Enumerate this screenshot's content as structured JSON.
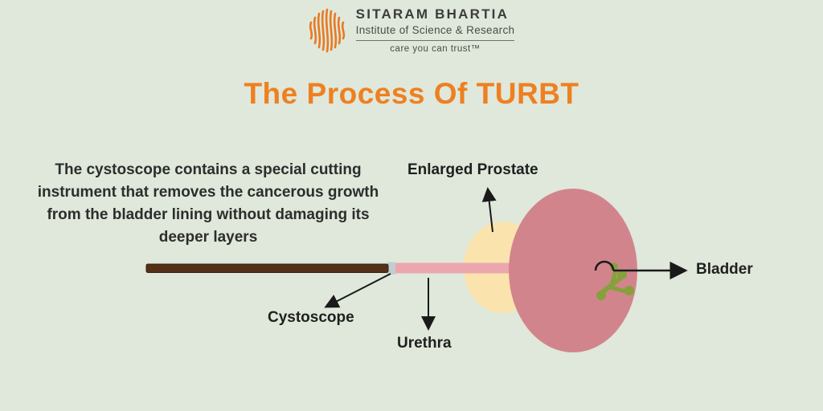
{
  "header": {
    "brand_name": "SITARAM BHARTIA",
    "brand_subtitle": "Institute of Science & Research",
    "tagline": "care you can trust™"
  },
  "title": "The Process Of TURBT",
  "description": "The cystoscope contains a special cutting instrument that removes the cancerous growth from the bladder lining without damaging its deeper layers",
  "diagram": {
    "labels": {
      "enlarged_prostate": "Enlarged Prostate",
      "cystoscope": "Cystoscope",
      "urethra": "Urethra",
      "bladder": "Bladder"
    },
    "colors": {
      "background": "#dfe8da",
      "title_orange": "#ee8022",
      "logo_orange": "#e87a22",
      "text_dark": "#2d2d2d",
      "bladder": "#d2848d",
      "prostate": "#fbe3ad",
      "urethra_tube": "#eca6ae",
      "cystoscope_rod": "#553018",
      "scope_tip": "#c2cdd2",
      "tumor": "#85a139",
      "arrow": "#1a1a1a"
    }
  }
}
